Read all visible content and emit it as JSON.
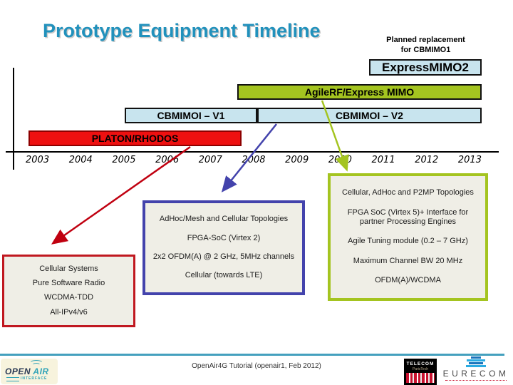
{
  "slide": {
    "title": "Prototype Equipment Timeline",
    "annotation": "Planned replacement\nfor CBMIMO1"
  },
  "timeline": {
    "bars": {
      "express_mimo2": "ExpressMIMO2",
      "agile_rf": "AgileRF/Express MIMO",
      "cbmimoi_v1": "CBMIMOI – V1",
      "cbmimoi_v2": "CBMIMOI – V2",
      "platon": "PLATON/RHODOS"
    },
    "years": [
      "2003",
      "2004",
      "2005",
      "2006",
      "2007",
      "2008",
      "2009",
      "2010",
      "2011",
      "2012",
      "2013"
    ]
  },
  "detail_boxes": {
    "platon": {
      "items": [
        "Cellular Systems",
        "Pure Software Radio",
        "WCDMA-TDD",
        "All-IPv4/v6"
      ]
    },
    "cbmimoi": {
      "items": [
        "AdHoc/Mesh and Cellular Topologies",
        "FPGA-SoC (Virtex 2)",
        "2x2 OFDM(A) @ 2 GHz, 5MHz channels",
        "Cellular (towards LTE)"
      ]
    },
    "express": {
      "items": [
        "Cellular, AdHoc and P2MP Topologies",
        "FPGA SoC (Virtex 5)+ Interface for partner Processing Engines",
        "Agile Tuning module (0.2 – 7 GHz)",
        "Maximum Channel BW 20 MHz",
        "OFDM(A)/WCDMA"
      ]
    }
  },
  "footer": {
    "caption": "OpenAir4G Tutorial (openair1, Feb 2012)",
    "openair_logo": {
      "word1": "OPEN",
      "word2": "AIR",
      "sub": "INTERFACE"
    },
    "telecom_logo": {
      "name": "TELECOM",
      "sub": "ParisTech"
    },
    "eurecom_logo": {
      "name": "EURECOM"
    }
  },
  "colors": {
    "title_teal": "#2191bc",
    "bar_light_blue": "#c8e4ee",
    "bar_green": "#a4c420",
    "bar_red": "#ee1010",
    "box_fill": "#efeee6",
    "border_blue": "#4343ac",
    "border_red": "#c01820",
    "border_green": "#a4c420",
    "arrow_red": "#c00010",
    "arrow_blue": "#4343ac",
    "arrow_green": "#a4c420",
    "footer_line_teal": "#44a0be"
  }
}
